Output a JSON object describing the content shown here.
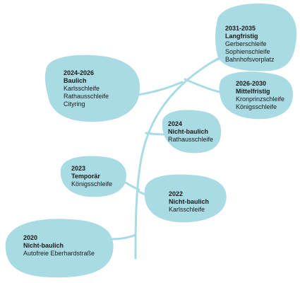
{
  "colors": {
    "blob": "#a9dbe5",
    "stem": "#a9dbe5",
    "text": "#1a1a1a"
  },
  "nodes": [
    {
      "id": "2020",
      "year": "2020",
      "status": "Nicht-baulich",
      "items": [
        "Autofreie Eberhardstraße"
      ]
    },
    {
      "id": "2022",
      "year": "2022",
      "status": "Nicht-baulich",
      "items": [
        "Karlsschleife"
      ]
    },
    {
      "id": "2023",
      "year": "2023",
      "status": "Temporär",
      "items": [
        "Königsschleife"
      ]
    },
    {
      "id": "2024",
      "year": "2024",
      "status": "Nicht-baulich",
      "items": [
        "Rathausschleife"
      ]
    },
    {
      "id": "2024-2026",
      "year": "2024-2026",
      "status": "Baulich",
      "items": [
        "Karlsschleife",
        "Rathausschleife",
        "Cityring"
      ]
    },
    {
      "id": "2026-2030",
      "year": "2026-2030",
      "status": "Mittelfristig",
      "items": [
        "Kronprinzschleife",
        "Königsschleife"
      ]
    },
    {
      "id": "2031-2035",
      "year": "2031-2035",
      "status": "Langfristig",
      "items": [
        "Gerberschleife",
        "Sophienschleife",
        "Bahnhofsvorplatz"
      ]
    }
  ]
}
